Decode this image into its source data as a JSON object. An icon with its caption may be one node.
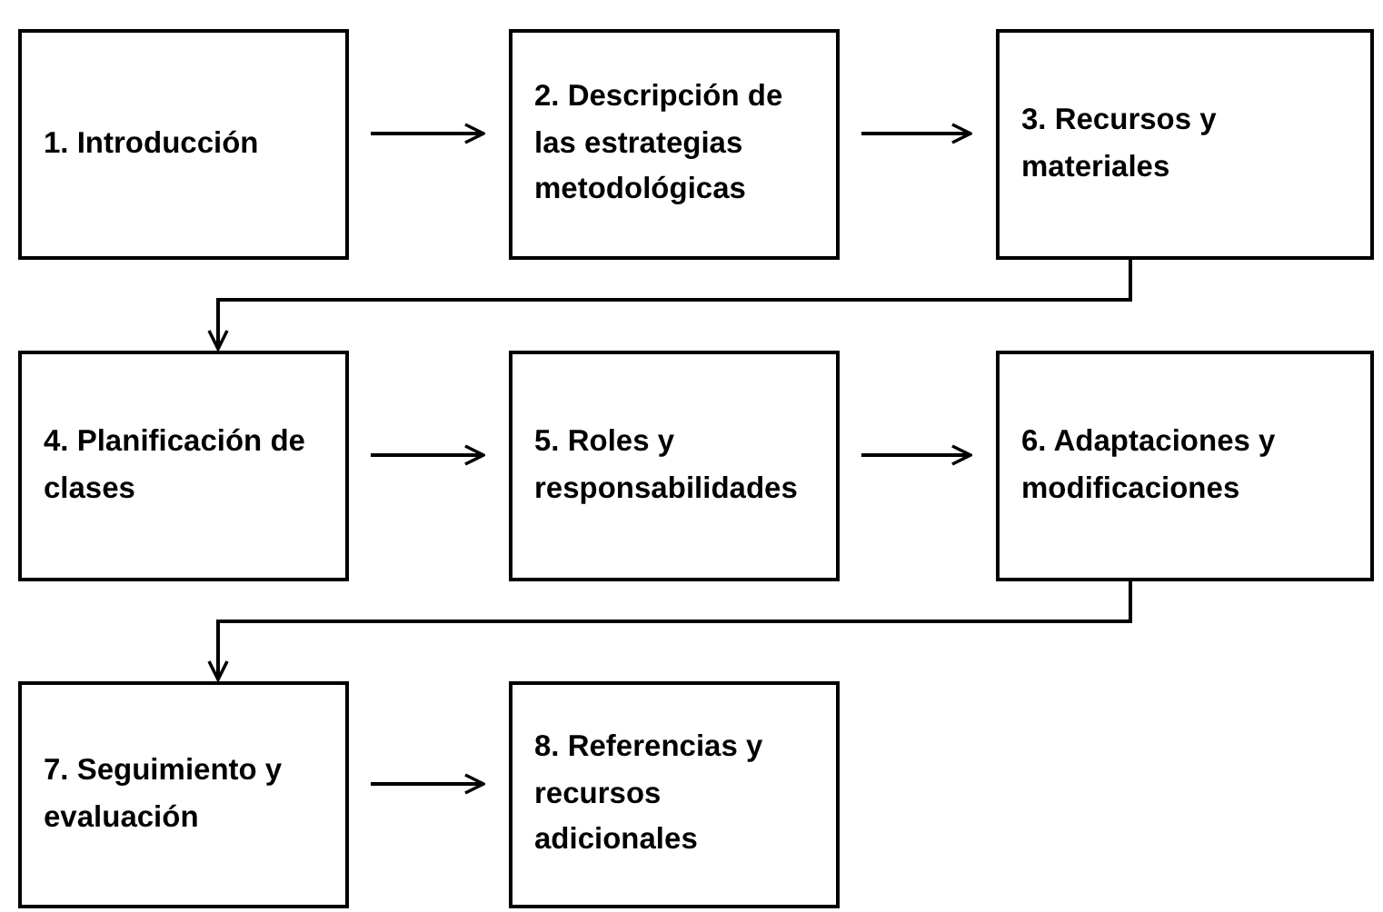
{
  "diagram": {
    "nodes": [
      {
        "text": [
          "1. Introducción"
        ]
      },
      {
        "text": [
          "2. Descripción de las estrategias metodológicas"
        ]
      },
      {
        "text": [
          "3. Recursos y materiales"
        ]
      },
      {
        "text": [
          "4. Planificación de clases"
        ]
      },
      {
        "text": [
          "5. Roles y responsabilidades"
        ]
      },
      {
        "text": [
          "6. Adaptaciones y modificaciones"
        ]
      },
      {
        "text": [
          "7. Seguimiento y evaluación"
        ]
      },
      {
        "text": [
          "8. Referencias y recursos adicionales"
        ]
      }
    ],
    "edges": [
      {
        "from": 0,
        "to": 1,
        "arrow": "to"
      },
      {
        "from": 1,
        "to": 2,
        "arrow": "to"
      },
      {
        "from": 2,
        "to": 3,
        "arrow": "to"
      },
      {
        "from": 3,
        "to": 4,
        "arrow": "to"
      },
      {
        "from": 4,
        "to": 5,
        "arrow": "to"
      },
      {
        "from": 5,
        "to": 6,
        "arrow": "to"
      },
      {
        "from": 6,
        "to": 7,
        "arrow": "to"
      }
    ]
  }
}
